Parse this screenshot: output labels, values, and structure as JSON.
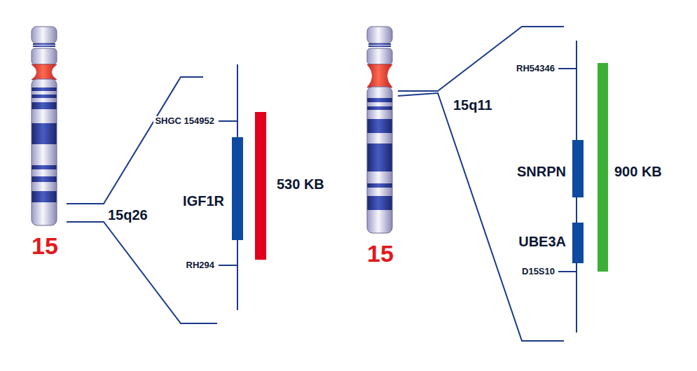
{
  "diagram": {
    "labels": [
      "15",
      "15q26",
      "SHGC 154952",
      "IGF1R",
      "530 KB",
      "RH294",
      "15",
      "15q11",
      "RH54346",
      "SNRPN",
      "900 KB",
      "UBE3A",
      "D15S10"
    ]
  }
}
